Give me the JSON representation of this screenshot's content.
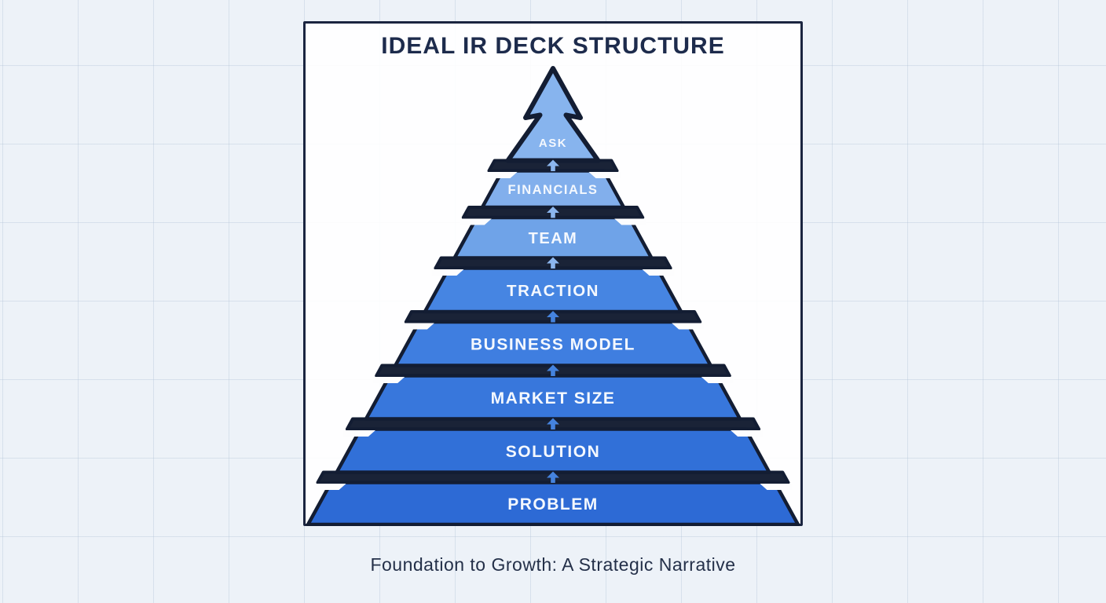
{
  "header": {
    "title": "IDEAL IR DECK STRUCTURE"
  },
  "caption": {
    "text": "Foundation to Growth: A Strategic Narrative"
  },
  "pyramid": {
    "layers_top_to_bottom": [
      {
        "label": "ASK",
        "color": "#87b4ee"
      },
      {
        "label": "FINANCIALS",
        "color": "#82afec"
      },
      {
        "label": "TEAM",
        "color": "#6fa3e8"
      },
      {
        "label": "TRACTION",
        "color": "#4685e2"
      },
      {
        "label": "BUSINESS MODEL",
        "color": "#3f7ee0"
      },
      {
        "label": "MARKET SIZE",
        "color": "#3877dc"
      },
      {
        "label": "SOLUTION",
        "color": "#3170d8"
      },
      {
        "label": "PROBLEM",
        "color": "#2d6ad5"
      }
    ]
  },
  "colors": {
    "page_bg": "#edf2f8",
    "grid_line": "rgba(178,195,214,0.38)",
    "card_bg": "rgba(255,255,255,0.9)",
    "card_solid": "#fdfdfe",
    "card_border": "#1b2540",
    "title_text": "#1d2b4c",
    "caption_text": "#243049",
    "outline": "#131d33",
    "band_color": "#1a2337",
    "label_text": "#f4f8fe",
    "arrow_light": "#8cb6ee",
    "arrow_dark": "#4583de"
  }
}
